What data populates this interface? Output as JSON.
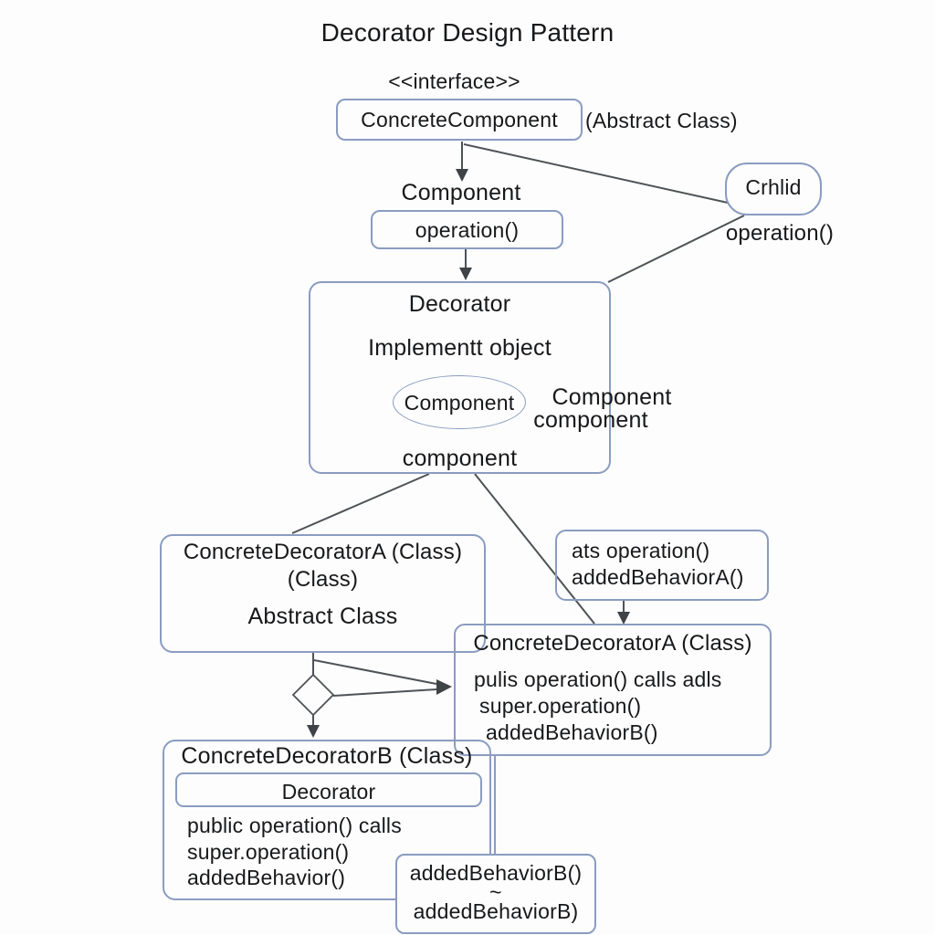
{
  "title": "Decorator Design Pattern",
  "colors": {
    "box_border": "#8a9cc0",
    "connector": "#4e5257",
    "arrowhead": "#3f4347",
    "text": "#17181a",
    "background": "#fdfdfd"
  },
  "diagram": {
    "stereotype": "<<interface>>",
    "interface_class": {
      "name": "ConcreteComponent",
      "annotation": "(Abstract Class)"
    },
    "component": {
      "name": "Component",
      "method": "operation()"
    },
    "child": {
      "name": "Crhlid",
      "method": "operation()"
    },
    "decorator": {
      "name": "Decorator",
      "description": "Implementt object",
      "ellipse_label": "Component",
      "side_label_top": "Component",
      "side_label_bottom": "component",
      "field": "component"
    },
    "decorator_a_abstract": {
      "name": "ConcreteDecoratorA (Class)",
      "subtitle": "(Class)",
      "body": "Abstract Class"
    },
    "behavior_a": {
      "method1": "ats operation()",
      "method2": "addedBehaviorA()"
    },
    "decorator_a": {
      "name": "ConcreteDecoratorA (Class)",
      "body1": "pulis operation() calls adls",
      "body2": "super.operation()",
      "body3": "addedBehaviorB()"
    },
    "decorator_b": {
      "name": "ConcreteDecoratorB (Class)",
      "parent_ref": "Decorator",
      "body1": "public operation() calls",
      "body2": "super.operation()",
      "body3": "addedBehavior()"
    },
    "behavior_b": {
      "line1": "addedBehaviorB()",
      "line2": "~",
      "line3": "addedBehaviorB)"
    }
  }
}
